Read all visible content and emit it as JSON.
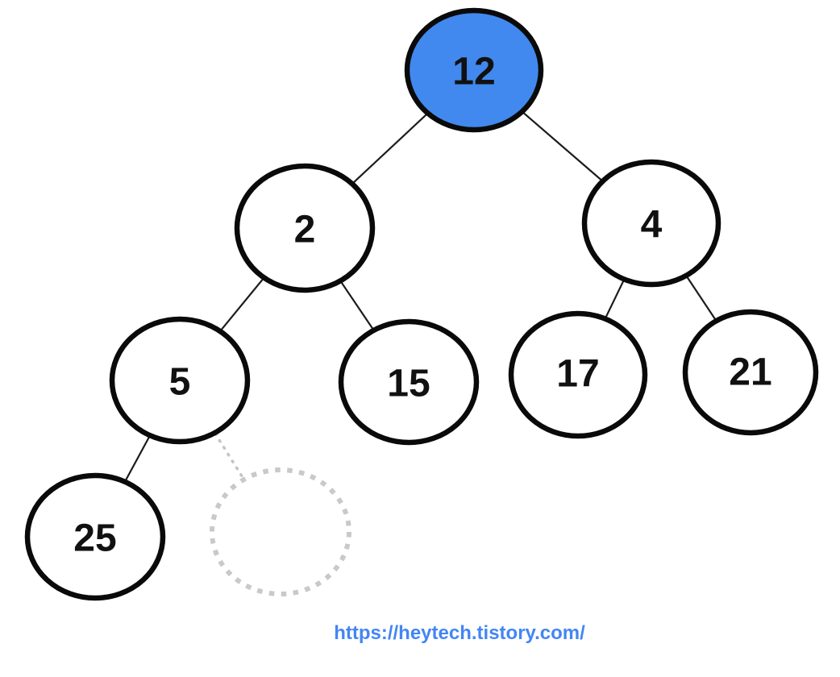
{
  "diagram": {
    "type": "binary-tree",
    "colors": {
      "highlight_fill": "#4189ee",
      "node_fill": "#ffffff",
      "node_stroke": "#0a0a0a",
      "edge": "#1c1c1c",
      "placeholder": "#c9c9c9"
    },
    "nodes": [
      {
        "label": "12",
        "parent": null,
        "side": null,
        "highlighted": true,
        "placeholder": false
      },
      {
        "label": "2",
        "parent": "12",
        "side": "left",
        "highlighted": false,
        "placeholder": false
      },
      {
        "label": "4",
        "parent": "12",
        "side": "right",
        "highlighted": false,
        "placeholder": false
      },
      {
        "label": "5",
        "parent": "2",
        "side": "left",
        "highlighted": false,
        "placeholder": false
      },
      {
        "label": "15",
        "parent": "2",
        "side": "right",
        "highlighted": false,
        "placeholder": false
      },
      {
        "label": "17",
        "parent": "4",
        "side": "left",
        "highlighted": false,
        "placeholder": false
      },
      {
        "label": "21",
        "parent": "4",
        "side": "right",
        "highlighted": false,
        "placeholder": false
      },
      {
        "label": "25",
        "parent": "5",
        "side": "left",
        "highlighted": false,
        "placeholder": false
      },
      {
        "label": "",
        "parent": "5",
        "side": "right",
        "highlighted": false,
        "placeholder": true
      }
    ]
  },
  "footer": {
    "url": "https://heytech.tistory.com/",
    "url_color": "#4386f4"
  }
}
